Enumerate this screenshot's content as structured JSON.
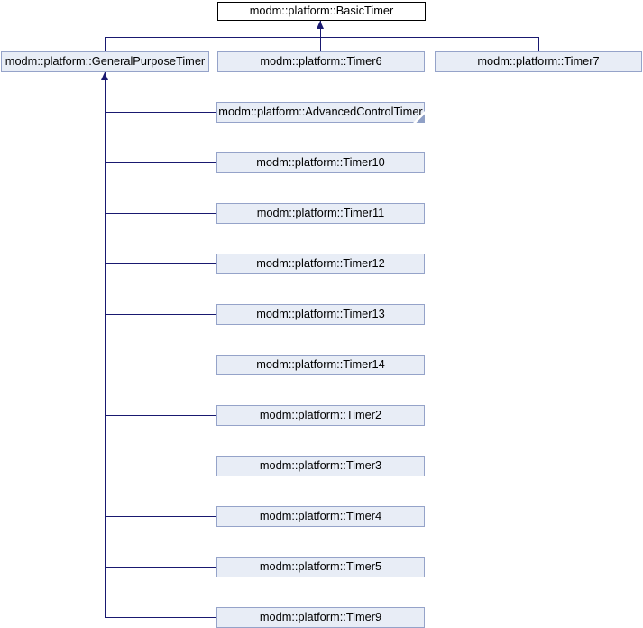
{
  "diagram": {
    "type": "class-inheritance-graph",
    "root": {
      "label": "modm::platform::BasicTimer"
    },
    "level1": [
      {
        "label": "modm::platform::GeneralPurposeTimer"
      },
      {
        "label": "modm::platform::Timer6"
      },
      {
        "label": "modm::platform::Timer7"
      }
    ],
    "children_of_general_purpose": [
      {
        "label": "modm::platform::AdvancedControlTimer",
        "truncated": true
      },
      {
        "label": "modm::platform::Timer10",
        "truncated": false
      },
      {
        "label": "modm::platform::Timer11",
        "truncated": false
      },
      {
        "label": "modm::platform::Timer12",
        "truncated": false
      },
      {
        "label": "modm::platform::Timer13",
        "truncated": false
      },
      {
        "label": "modm::platform::Timer14",
        "truncated": false
      },
      {
        "label": "modm::platform::Timer2",
        "truncated": false
      },
      {
        "label": "modm::platform::Timer3",
        "truncated": false
      },
      {
        "label": "modm::platform::Timer4",
        "truncated": false
      },
      {
        "label": "modm::platform::Timer5",
        "truncated": false
      },
      {
        "label": "modm::platform::Timer9",
        "truncated": false
      }
    ],
    "colors": {
      "edge": "#191970",
      "node_fill": "#E8EDF6",
      "node_border": "#95A3C9",
      "root_fill": "#FFFFFF",
      "root_border": "#000000",
      "fold": "#8FA0C6",
      "text": "#000000"
    }
  }
}
